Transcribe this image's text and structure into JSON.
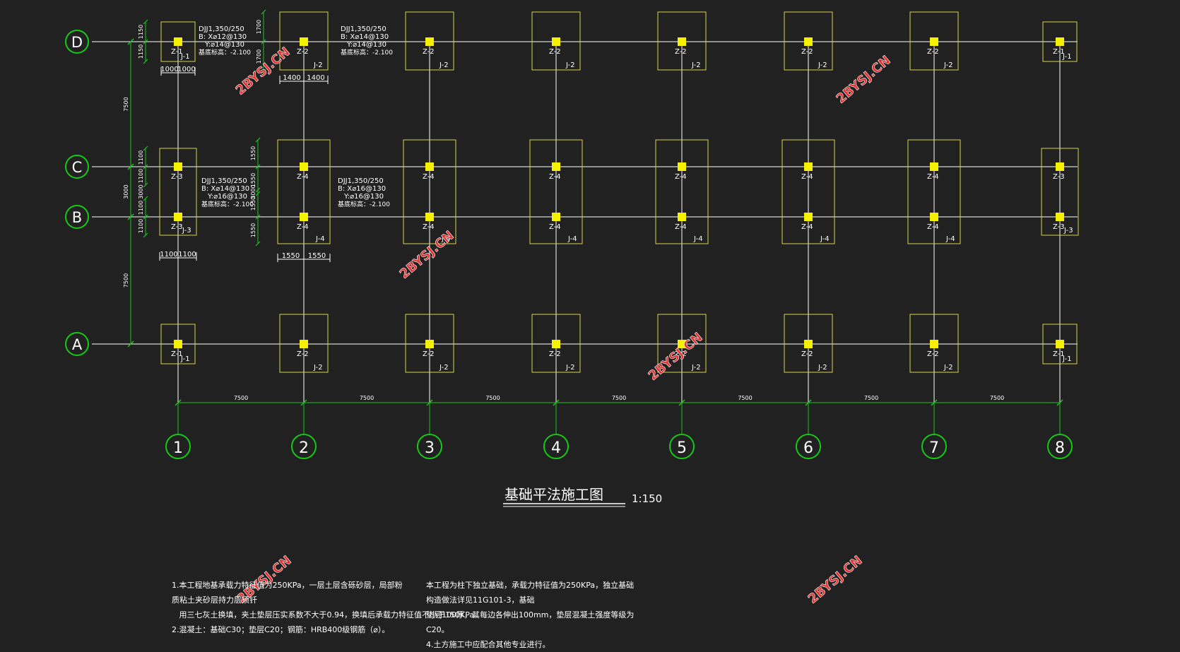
{
  "drawing": {
    "title": "基础平法施工图",
    "scale": "1:150",
    "colors": {
      "background": "#212121",
      "grid_line": "#ffffff",
      "footing": "#d6d24a",
      "column": "#f5f100",
      "axis_bubble": "#16c916",
      "dimension": "#1fc31f",
      "label": "#ffffff",
      "watermark": "#e53030"
    }
  },
  "axes": {
    "rows": [
      "D",
      "C",
      "B",
      "A"
    ],
    "columns": [
      "1",
      "2",
      "3",
      "4",
      "5",
      "6",
      "7",
      "8"
    ]
  },
  "dimensions": {
    "column_spacing": "7500",
    "row_DC": "7500",
    "row_CB": "3000",
    "row_BA": "7500",
    "j1_half": "1150",
    "j1_width": "1000",
    "j2_half": "1700",
    "j2_width": "1400",
    "j3_half": "1100",
    "j3_width": "1100",
    "j4_half": "1550",
    "j4_width": "1550"
  },
  "footings": {
    "J1": {
      "tag": "J-1",
      "column": "Z-1"
    },
    "J2": {
      "tag": "J-2",
      "column": "Z-2"
    },
    "J3": {
      "tag": "J-3",
      "column": "Z-3"
    },
    "J4": {
      "tag": "J-4",
      "column": "Z-4"
    }
  },
  "specs": [
    {
      "line1": "DJJ1,350/250",
      "line2": "B: X⌀12@130",
      "line3": "Y:⌀14@130",
      "line4": "基底标高：-2.100"
    },
    {
      "line1": "DJJ1,350/250",
      "line2": "B: X⌀14@130",
      "line3": "Y:⌀14@130",
      "line4": "基底标高：-2.100"
    },
    {
      "line1": "DJJ1,350/250",
      "line2": "B: X⌀14@130",
      "line3": "Y:⌀16@130",
      "line4": "基底标高：-2.100"
    },
    {
      "line1": "DJJ1,350/250",
      "line2": "B: X⌀16@130",
      "line3": "Y:⌀16@130",
      "line4": "基底标高：-2.100"
    }
  ],
  "watermark": "2BYSJ.CN",
  "notes": {
    "left": [
      "1.本工程地基承载力特征值为250KPa，一层土层含砾砂层，局部粉质粘土夹砂层持力层须钎",
      "   用三七灰土换填，夹土垫层压实系数不大于0.94，换填后承载力特征值不小于150KPa。",
      "2.混凝土：基础C30；垫层C20；钢筋：HRB400级钢筋（⌀）。"
    ],
    "right": [
      "本工程为柱下独立基础，承载力特征值为250KPa，独立基础构造做法详见11G101-3，基础",
      "垫层100厚，其每边各伸出100mm，垫层混凝土强度等级为C20。",
      "4.土方施工中应配合其他专业进行。"
    ]
  }
}
